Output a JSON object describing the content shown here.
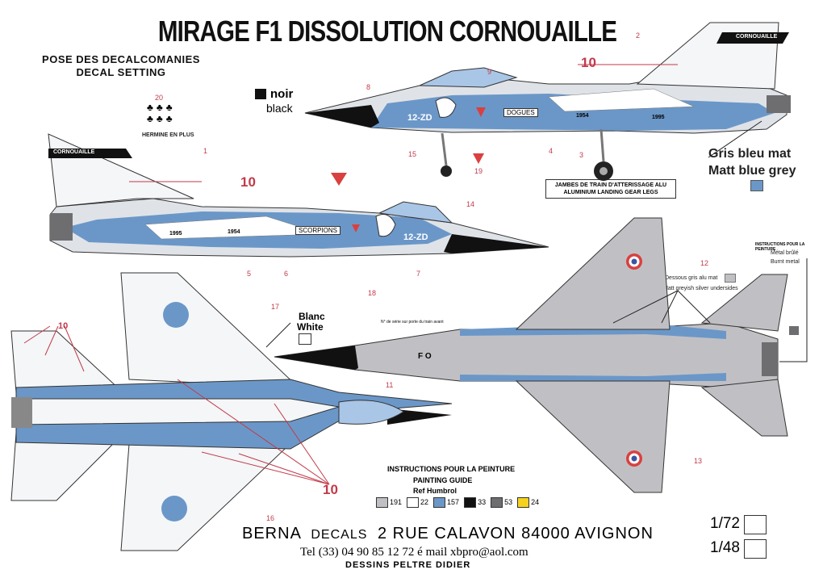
{
  "title": "MIRAGE F1 DISSOLUTION CORNOUAILLE",
  "subtitle": {
    "line1": "POSE DES DECALCOMANIES",
    "line2": "DECAL SETTING"
  },
  "hermine": {
    "label": "HERMINE EN PLUS",
    "count": "20"
  },
  "colors_labels": {
    "noir_fr": "noir",
    "noir_en": "black",
    "gris_fr": "Gris bleu mat",
    "gris_en": "Matt blue grey",
    "blanc_fr": "Blanc",
    "blanc_en": "White"
  },
  "landing_gear": {
    "line1": "JAMBES DE TRAIN D'ATTERISSAGE ALU",
    "line2": "ALUMINIUM LANDING GEAR LEGS"
  },
  "underside": {
    "fr": "Dessous gris alu mat",
    "en": "Matt greyish silver undersides"
  },
  "metal": {
    "title": "INSTRUCTIONS POUR LA PEINTURE",
    "fr": "Métal brûlé",
    "en": "Burnt metal"
  },
  "nose_note": "N° de série sur porte du train avant",
  "markings": {
    "cornouaille": "CORNOUAILLE",
    "dogues": "DOGUES",
    "scorpions": "SCORPIONS",
    "code": "12-ZD",
    "year1": "1954",
    "year2": "1995",
    "underside_code": "F O"
  },
  "callouts": [
    "1",
    "2",
    "3",
    "4",
    "5",
    "6",
    "7",
    "8",
    "9",
    "10",
    "11",
    "12",
    "13",
    "14",
    "15",
    "16",
    "17",
    "18",
    "19"
  ],
  "ten": "10",
  "painting": {
    "title_fr": "INSTRUCTIONS POUR LA PEINTURE",
    "title_en": "PAINTING GUIDE",
    "ref": "Ref Humbrol",
    "swatches": [
      {
        "code": "191",
        "color": "#c0c0c4"
      },
      {
        "code": "22",
        "color": "#ffffff"
      },
      {
        "code": "157",
        "color": "#6b97c8"
      },
      {
        "code": "33",
        "color": "#111111"
      },
      {
        "code": "53",
        "color": "#6e6e70"
      },
      {
        "code": "24",
        "color": "#f5d21e"
      }
    ]
  },
  "footer": {
    "company": "BERNA",
    "decals": "DECALS",
    "address": "2 RUE CALAVON 84000 AVIGNON",
    "contact": "Tel  (33) 04 90 85 12 72   é mail xbpro@aol.com",
    "credit": "DESSINS PELTRE DIDIER"
  },
  "scales": [
    "1/72",
    "1/48"
  ],
  "accent_colors": {
    "blue": "#6b97c8",
    "red_callout": "#c23a4a",
    "grey": "#a9a9ad"
  }
}
